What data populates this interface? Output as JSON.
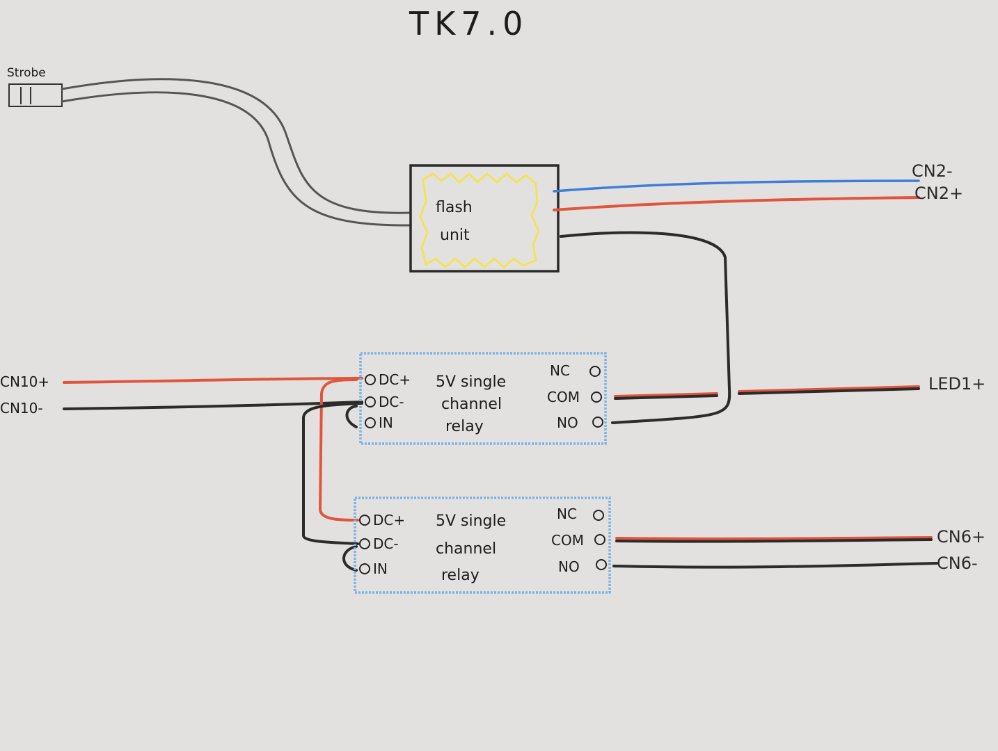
{
  "title": "TK7.0",
  "strobe": {
    "label": "Strobe"
  },
  "flash_unit": {
    "line1": "flash",
    "line2": "unit"
  },
  "relay1": {
    "pins_left": [
      "DC+",
      "DC-",
      "IN"
    ],
    "pins_right": [
      "NC",
      "COM",
      "NO"
    ],
    "text_lines": [
      "5V single",
      "channel",
      "relay"
    ]
  },
  "relay2": {
    "pins_left": [
      "DC+",
      "DC-",
      "IN"
    ],
    "pins_right": [
      "NC",
      "COM",
      "NO"
    ],
    "text_lines": [
      "5V single",
      "channel",
      "relay"
    ]
  },
  "connectors": {
    "cn2_minus": "CN2-",
    "cn2_plus": "CN2+",
    "cn10_plus": "CN10+",
    "cn10_minus": "CN10-",
    "led1": "LED1+",
    "cn6_plus": "CN6+",
    "cn6_minus": "CN6-"
  },
  "colors": {
    "red_wire": "#e0553c",
    "black_wire": "#2b2b2b",
    "blue_wire": "#3d7fd6",
    "relay_outline": "#79b3e6",
    "flash_fill": "#f1e25a"
  }
}
